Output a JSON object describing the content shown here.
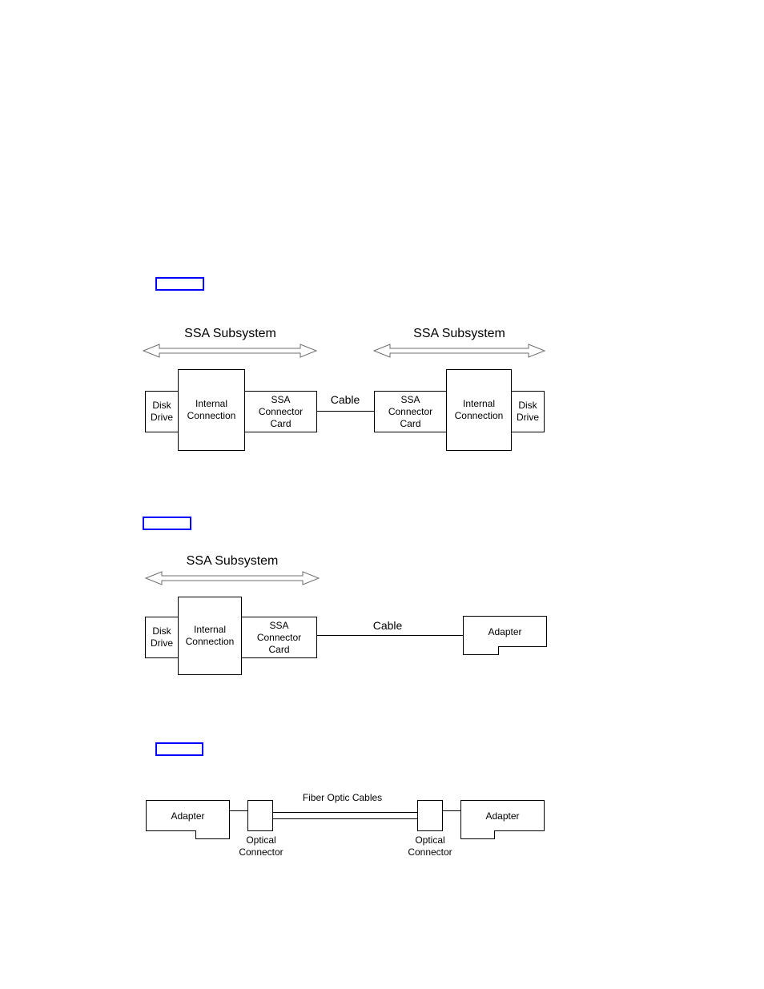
{
  "page": {
    "description": "Document page with three SSA cabling diagrams and three empty blue link placeholders"
  },
  "colors": {
    "background": "#ffffff",
    "box_border": "#000000",
    "text": "#000000",
    "link_box_border": "#0000ff",
    "arrow_outline": "#6e6e6e"
  },
  "figure1": {
    "left_subsystem": {
      "title": "SSA Subsystem",
      "disk_drive": "Disk\nDrive",
      "internal_connection": "Internal\nConnection",
      "connector_card": "SSA\nConnector\nCard"
    },
    "right_subsystem": {
      "title": "SSA Subsystem",
      "connector_card": "SSA\nConnector\nCard",
      "internal_connection": "Internal\nConnection",
      "disk_drive": "Disk\nDrive"
    },
    "cable_label": "Cable"
  },
  "figure2": {
    "subsystem": {
      "title": "SSA Subsystem",
      "disk_drive": "Disk\nDrive",
      "internal_connection": "Internal\nConnection",
      "connector_card": "SSA\nConnector\nCard"
    },
    "cable_label": "Cable",
    "adapter": "Adapter"
  },
  "figure3": {
    "left_adapter": "Adapter",
    "left_optical_connector": "Optical\nConnector",
    "cables_label": "Fiber Optic Cables",
    "right_optical_connector": "Optical\nConnector",
    "right_adapter": "Adapter"
  }
}
